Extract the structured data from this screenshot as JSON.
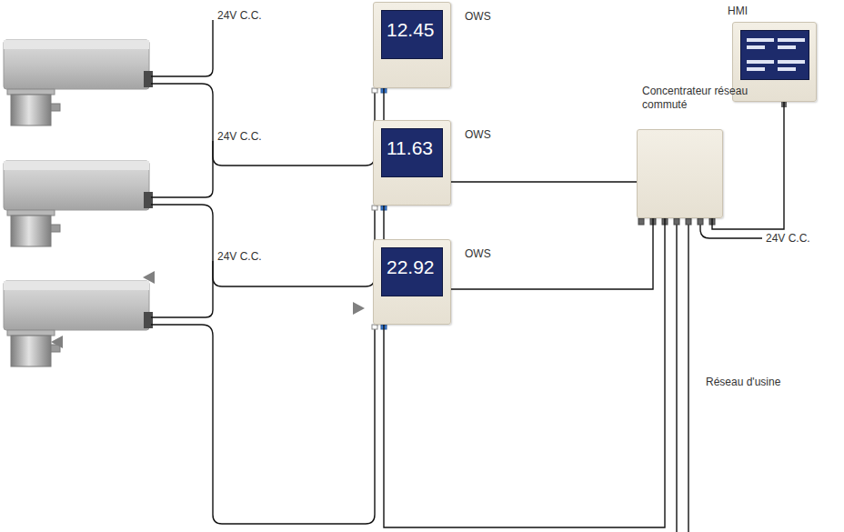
{
  "diagram": {
    "nodes": [
      {
        "text": [
          "12.45",
          "OWS"
        ]
      },
      {
        "text": [
          "HMI"
        ]
      },
      {
        "text": [
          "Concentrateur réseau commuté"
        ]
      },
      {
        "text": [
          "11.63",
          "OWS"
        ]
      },
      {
        "text": [
          "22.92",
          "OWS"
        ]
      }
    ],
    "edges": [
      {
        "from": 0,
        "to": 2,
        "arrow": "none"
      },
      {
        "from": 3,
        "to": 2,
        "arrow": "none"
      },
      {
        "from": 4,
        "to": 2,
        "arrow": "none"
      },
      {
        "from": 1,
        "to": 2,
        "arrow": "none"
      }
    ],
    "labels": [
      "24V C.C.",
      "24V C.C.",
      "24V C.C.",
      "Réseau d'usine",
      "24V C.C."
    ]
  }
}
